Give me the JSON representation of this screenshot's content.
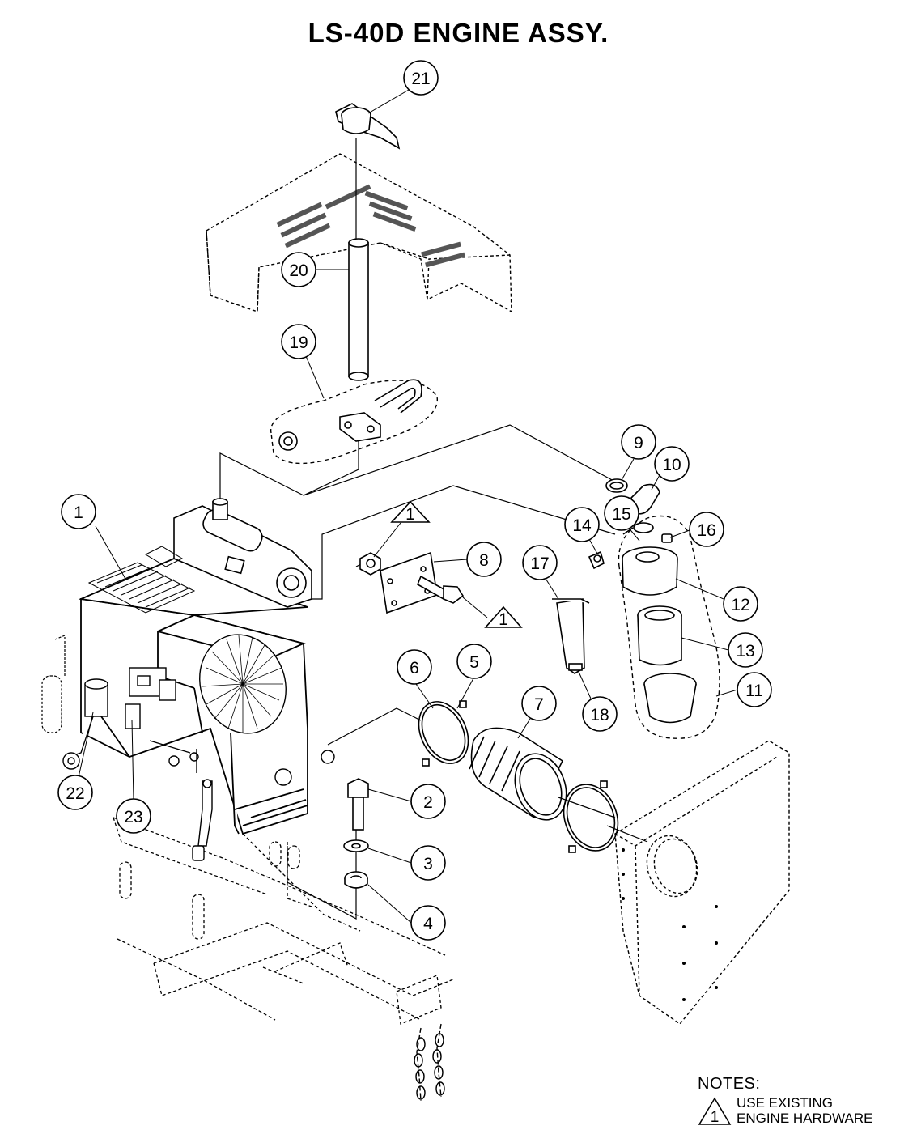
{
  "title": "LS-40D ENGINE ASSY.",
  "callouts": [
    "1",
    "2",
    "3",
    "4",
    "5",
    "6",
    "7",
    "8",
    "9",
    "10",
    "11",
    "12",
    "13",
    "14",
    "15",
    "16",
    "17",
    "18",
    "19",
    "20",
    "21",
    "22",
    "23"
  ],
  "note_marks": [
    "1",
    "1",
    "1"
  ],
  "notes": {
    "heading": "NOTES:",
    "items": [
      {
        "mark": "1",
        "line1": "USE EXISTING",
        "line2": "ENGINE HARDWARE"
      }
    ]
  }
}
